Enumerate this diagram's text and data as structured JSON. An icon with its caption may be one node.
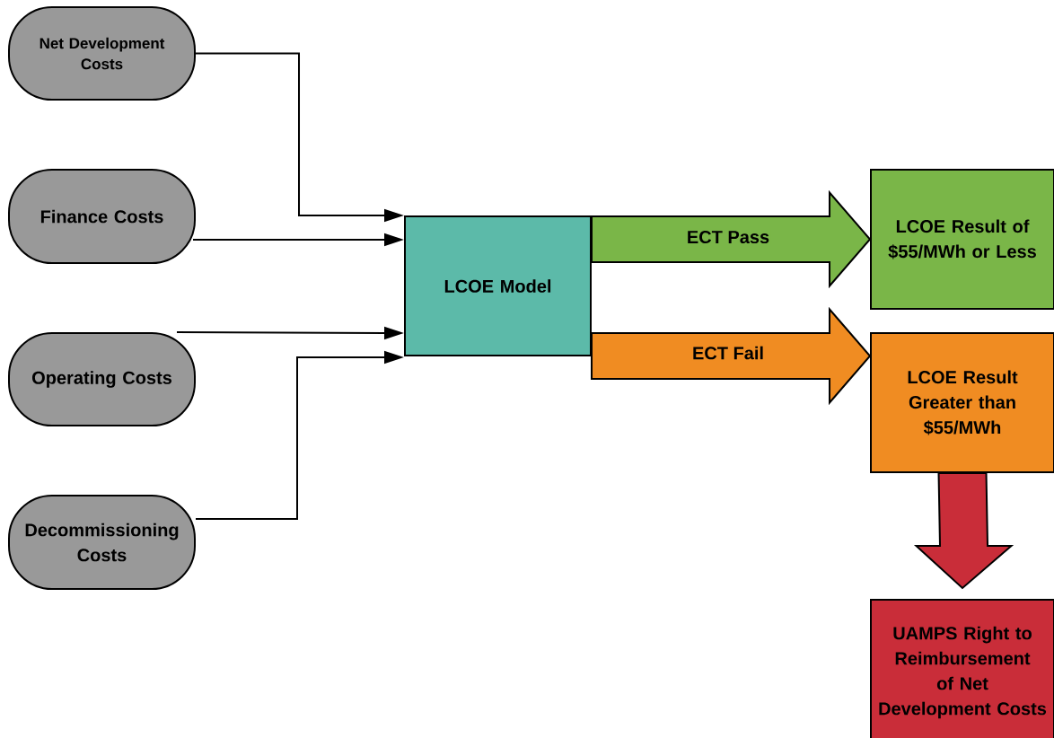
{
  "diagram": {
    "nodes": [
      {
        "text": [
          "Net Development Costs"
        ]
      },
      {
        "text": [
          "Finance Costs"
        ]
      },
      {
        "text": [
          "Operating Costs"
        ]
      },
      {
        "text": [
          "Decommissioning Costs"
        ]
      },
      {
        "text": [
          "LCOE Model"
        ]
      },
      {
        "text": [
          "LCOE Result of $55/MWh or Less"
        ]
      },
      {
        "text": [
          "LCOE Result Greater than $55/MWh"
        ]
      },
      {
        "text": [
          "UAMPS Right to Reimbursement of Net Development Costs"
        ]
      }
    ],
    "edges": [
      {
        "from": 0,
        "to": 4,
        "arrow": "to"
      },
      {
        "from": 1,
        "to": 4,
        "arrow": "to"
      },
      {
        "from": 2,
        "to": 4,
        "arrow": "to"
      },
      {
        "from": 3,
        "to": 4,
        "arrow": "to"
      },
      {
        "from": 4,
        "to": 5,
        "arrow": "to",
        "label": "ECT Pass",
        "style": "thick",
        "color": "#7ab648"
      },
      {
        "from": 4,
        "to": 6,
        "arrow": "to",
        "label": "ECT Fail",
        "style": "thick",
        "color": "#f08c22"
      },
      {
        "from": 6,
        "to": 7,
        "arrow": "to",
        "style": "thick",
        "color": "#c92d39"
      }
    ]
  }
}
